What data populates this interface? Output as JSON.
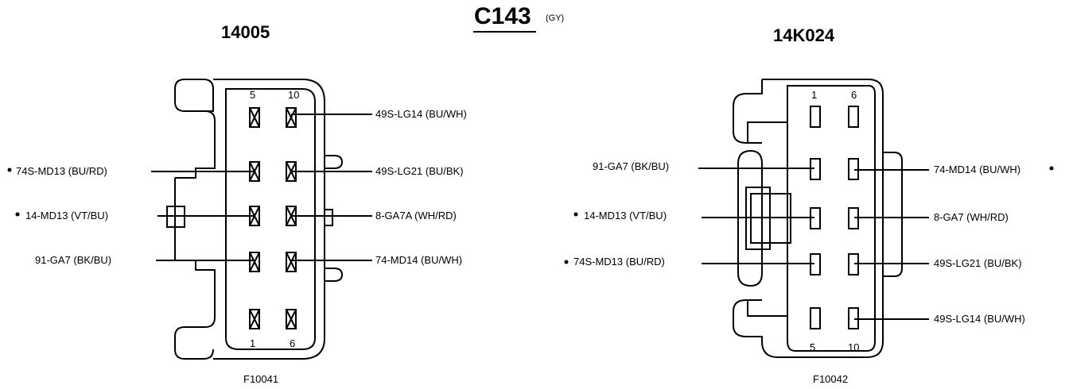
{
  "header": {
    "connector": "C143",
    "color_code": "(GY)"
  },
  "left": {
    "part_number": "14005",
    "pin_top": [
      "5",
      "10"
    ],
    "pin_bottom": [
      "1",
      "6"
    ],
    "wires_left": [
      "74S-MD13 (BU/RD)",
      "14-MD13 (VT/BU)",
      "91-GA7 (BK/BU)"
    ],
    "wires_right": [
      "49S-LG14 (BU/WH)",
      "49S-LG21 (BU/BK)",
      "8-GA7A (WH/RD)",
      "74-MD14 (BU/WH)"
    ],
    "figure_id": "F10041"
  },
  "right": {
    "part_number": "14K024",
    "pin_top": [
      "1",
      "6"
    ],
    "pin_bottom": [
      "5",
      "10"
    ],
    "wires_left": [
      "91-GA7 (BK/BU)",
      "14-MD13 (VT/BU)",
      "74S-MD13 (BU/RD)"
    ],
    "wires_right": [
      "74-MD14 (BU/WH)",
      "8-GA7 (WH/RD)",
      "49S-LG21 (BU/BK)",
      "49S-LG14 (BU/WH)"
    ],
    "figure_id": "F10042"
  }
}
